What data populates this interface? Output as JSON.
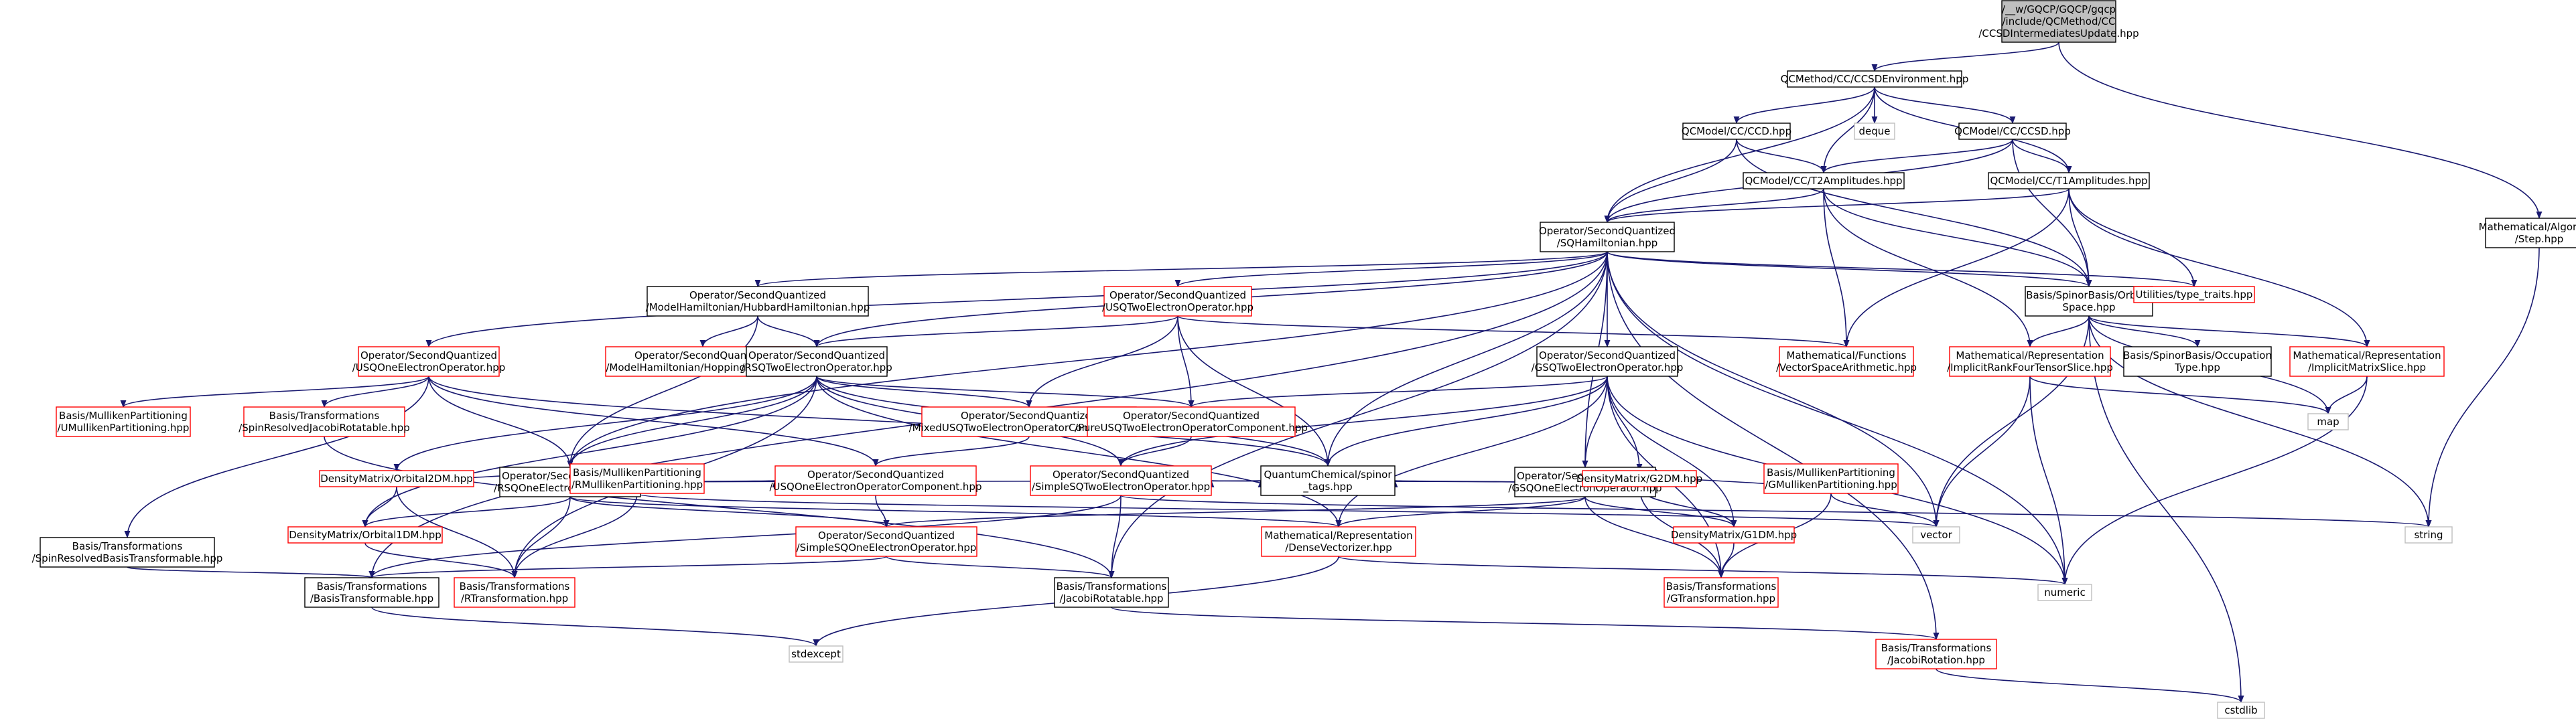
{
  "diagram": {
    "title": "",
    "colors": {
      "edge": "#191970",
      "default_border": "#000000",
      "missing_border": "#ff0000",
      "external_border": "#bfbfbf",
      "root_fill": "#bfbfbf",
      "text": "#000000"
    },
    "nodes": [
      {
        "id": "root",
        "lines": [
          "/__w/GQCP/GQCP/gqcp",
          "/include/QCMethod/CC",
          "/CCSDIntermediatesUpdate.hpp"
        ],
        "kind": "root"
      },
      {
        "id": "ccsdenv",
        "lines": [
          "QCMethod/CC/CCSDEnvironment.hpp"
        ],
        "kind": "normal"
      },
      {
        "id": "step",
        "lines": [
          "Mathematical/Algorithm",
          "/Step.hpp"
        ],
        "kind": "normal"
      },
      {
        "id": "ccd",
        "lines": [
          "QCModel/CC/CCD.hpp"
        ],
        "kind": "normal"
      },
      {
        "id": "deque",
        "lines": [
          "deque"
        ],
        "kind": "external"
      },
      {
        "id": "ccsd",
        "lines": [
          "QCModel/CC/CCSD.hpp"
        ],
        "kind": "normal"
      },
      {
        "id": "t2amp",
        "lines": [
          "QCModel/CC/T2Amplitudes.hpp"
        ],
        "kind": "normal"
      },
      {
        "id": "t1amp",
        "lines": [
          "QCModel/CC/T1Amplitudes.hpp"
        ],
        "kind": "normal"
      },
      {
        "id": "sqham",
        "lines": [
          "Operator/SecondQuantized",
          "/SQHamiltonian.hpp"
        ],
        "kind": "normal"
      },
      {
        "id": "spinorbasis",
        "lines": [
          "Basis/SpinorBasis/Orbital",
          "Space.hpp"
        ],
        "kind": "normal"
      },
      {
        "id": "typetraits",
        "lines": [
          "Utilities/type_traits.hpp"
        ],
        "kind": "missing"
      },
      {
        "id": "usqone",
        "lines": [
          "Operator/SecondQuantized",
          "/USQOneElectronOperator.hpp"
        ],
        "kind": "missing"
      },
      {
        "id": "hubbard",
        "lines": [
          "Operator/SecondQuantized",
          "/ModelHamiltonian/HubbardHamiltonian.hpp"
        ],
        "kind": "normal"
      },
      {
        "id": "usqtwo",
        "lines": [
          "Operator/SecondQuantized",
          "/USQTwoElectronOperator.hpp"
        ],
        "kind": "missing"
      },
      {
        "id": "gsqtwo",
        "lines": [
          "Operator/SecondQuantized",
          "/GSQTwoElectronOperator.hpp"
        ],
        "kind": "normal"
      },
      {
        "id": "vsa",
        "lines": [
          "Mathematical/Functions",
          "/VectorSpaceArithmetic.hpp"
        ],
        "kind": "missing"
      },
      {
        "id": "implrank4",
        "lines": [
          "Mathematical/Representation",
          "/ImplicitRankFourTensorSlice.hpp"
        ],
        "kind": "missing"
      },
      {
        "id": "occtype",
        "lines": [
          "Basis/SpinorBasis/Occupation",
          "Type.hpp"
        ],
        "kind": "normal"
      },
      {
        "id": "implmat",
        "lines": [
          "Mathematical/Representation",
          "/ImplicitMatrixSlice.hpp"
        ],
        "kind": "missing"
      },
      {
        "id": "hopping",
        "lines": [
          "Operator/SecondQuantized",
          "/ModelHamiltonian/HoppingMatrix.hpp"
        ],
        "kind": "missing"
      },
      {
        "id": "rsqtwo",
        "lines": [
          "Operator/SecondQuantized",
          "/RSQTwoElectronOperator.hpp"
        ],
        "kind": "normal"
      },
      {
        "id": "umull",
        "lines": [
          "Basis/MullikenPartitioning",
          "/UMullikenPartitioning.hpp"
        ],
        "kind": "missing"
      },
      {
        "id": "spinjacobi",
        "lines": [
          "Basis/Transformations",
          "/SpinResolvedJacobiRotatable.hpp"
        ],
        "kind": "missing"
      },
      {
        "id": "mixedusq",
        "lines": [
          "Operator/SecondQuantized",
          "/MixedUSQTwoElectronOperatorComponent.hpp"
        ],
        "kind": "missing"
      },
      {
        "id": "pureusq",
        "lines": [
          "Operator/SecondQuantized",
          "/PureUSQTwoElectronOperatorComponent.hpp"
        ],
        "kind": "missing"
      },
      {
        "id": "map",
        "lines": [
          "map"
        ],
        "kind": "external"
      },
      {
        "id": "spinbt",
        "lines": [
          "Basis/Transformations",
          "/SpinResolvedBasisTransformable.hpp"
        ],
        "kind": "normal"
      },
      {
        "id": "rsqone",
        "lines": [
          "Operator/SecondQuantized",
          "/RSQOneElectronOperator.hpp"
        ],
        "kind": "normal"
      },
      {
        "id": "gsqone",
        "lines": [
          "Operator/SecondQuantized",
          "/GSQOneElectronOperator.hpp"
        ],
        "kind": "normal"
      },
      {
        "id": "dm2",
        "lines": [
          "DensityMatrix/Orbital2DM.hpp"
        ],
        "kind": "missing"
      },
      {
        "id": "rmull",
        "lines": [
          "Basis/MullikenPartitioning",
          "/RMullikenPartitioning.hpp"
        ],
        "kind": "missing"
      },
      {
        "id": "usqcomp",
        "lines": [
          "Operator/SecondQuantized",
          "/USQOneElectronOperatorComponent.hpp"
        ],
        "kind": "missing"
      },
      {
        "id": "simpletwo",
        "lines": [
          "Operator/SecondQuantized",
          "/SimpleSQTwoElectronOperator.hpp"
        ],
        "kind": "missing"
      },
      {
        "id": "qctags",
        "lines": [
          "QuantumChemical/spinor",
          "_tags.hpp"
        ],
        "kind": "normal"
      },
      {
        "id": "g2dm",
        "lines": [
          "DensityMatrix/G2DM.hpp"
        ],
        "kind": "missing"
      },
      {
        "id": "gmull",
        "lines": [
          "Basis/MullikenPartitioning",
          "/GMullikenPartitioning.hpp"
        ],
        "kind": "missing"
      },
      {
        "id": "vector",
        "lines": [
          "vector"
        ],
        "kind": "external"
      },
      {
        "id": "string",
        "lines": [
          "string"
        ],
        "kind": "external"
      },
      {
        "id": "dm1",
        "lines": [
          "DensityMatrix/Orbital1DM.hpp"
        ],
        "kind": "missing"
      },
      {
        "id": "simpleone",
        "lines": [
          "Operator/SecondQuantized",
          "/SimpleSQOneElectronOperator.hpp"
        ],
        "kind": "missing"
      },
      {
        "id": "densevec",
        "lines": [
          "Mathematical/Representation",
          "/DenseVectorizer.hpp"
        ],
        "kind": "missing"
      },
      {
        "id": "g1dm",
        "lines": [
          "DensityMatrix/G1DM.hpp"
        ],
        "kind": "missing"
      },
      {
        "id": "basistr",
        "lines": [
          "Basis/Transformations",
          "/BasisTransformable.hpp"
        ],
        "kind": "normal"
      },
      {
        "id": "rtrans",
        "lines": [
          "Basis/Transformations",
          "/RTransformation.hpp"
        ],
        "kind": "missing"
      },
      {
        "id": "jacrot",
        "lines": [
          "Basis/Transformations",
          "/JacobiRotatable.hpp"
        ],
        "kind": "normal"
      },
      {
        "id": "gtrans",
        "lines": [
          "Basis/Transformations",
          "/GTransformation.hpp"
        ],
        "kind": "missing"
      },
      {
        "id": "numeric",
        "lines": [
          "numeric"
        ],
        "kind": "external"
      },
      {
        "id": "stdexcept",
        "lines": [
          "stdexcept"
        ],
        "kind": "external"
      },
      {
        "id": "jacrotation",
        "lines": [
          "Basis/Transformations",
          "/JacobiRotation.hpp"
        ],
        "kind": "missing"
      },
      {
        "id": "cstdlib",
        "lines": [
          "cstdlib"
        ],
        "kind": "external"
      }
    ],
    "edges": [
      [
        "root",
        "ccsdenv"
      ],
      [
        "root",
        "step"
      ],
      [
        "ccsdenv",
        "ccd"
      ],
      [
        "ccsdenv",
        "deque"
      ],
      [
        "ccsdenv",
        "ccsd"
      ],
      [
        "ccsdenv",
        "t2amp"
      ],
      [
        "ccsdenv",
        "t1amp"
      ],
      [
        "ccsdenv",
        "sqham"
      ],
      [
        "ccd",
        "t2amp"
      ],
      [
        "ccd",
        "sqham"
      ],
      [
        "ccd",
        "spinorbasis"
      ],
      [
        "ccsd",
        "t2amp"
      ],
      [
        "ccsd",
        "t1amp"
      ],
      [
        "ccsd",
        "sqham"
      ],
      [
        "ccsd",
        "spinorbasis"
      ],
      [
        "t2amp",
        "sqham"
      ],
      [
        "t2amp",
        "spinorbasis"
      ],
      [
        "t2amp",
        "vsa"
      ],
      [
        "t2amp",
        "implrank4"
      ],
      [
        "t1amp",
        "sqham"
      ],
      [
        "t1amp",
        "spinorbasis"
      ],
      [
        "t1amp",
        "typetraits"
      ],
      [
        "t1amp",
        "vsa"
      ],
      [
        "t1amp",
        "implmat"
      ],
      [
        "step",
        "string"
      ],
      [
        "sqham",
        "spinorbasis"
      ],
      [
        "sqham",
        "typetraits"
      ],
      [
        "sqham",
        "usqone"
      ],
      [
        "sqham",
        "hubbard"
      ],
      [
        "sqham",
        "usqtwo"
      ],
      [
        "sqham",
        "rsqtwo"
      ],
      [
        "sqham",
        "rsqone"
      ],
      [
        "sqham",
        "gsqtwo"
      ],
      [
        "sqham",
        "gsqone"
      ],
      [
        "sqham",
        "qctags"
      ],
      [
        "sqham",
        "basistr"
      ],
      [
        "sqham",
        "jacrot"
      ],
      [
        "sqham",
        "jacrotation"
      ],
      [
        "sqham",
        "vector"
      ],
      [
        "sqham",
        "numeric"
      ],
      [
        "spinorbasis",
        "occtype"
      ],
      [
        "spinorbasis",
        "implrank4"
      ],
      [
        "spinorbasis",
        "implmat"
      ],
      [
        "spinorbasis",
        "map"
      ],
      [
        "spinorbasis",
        "vector"
      ],
      [
        "spinorbasis",
        "string"
      ],
      [
        "spinorbasis",
        "cstdlib"
      ],
      [
        "implrank4",
        "map"
      ],
      [
        "implrank4",
        "vector"
      ],
      [
        "implrank4",
        "numeric"
      ],
      [
        "implmat",
        "map"
      ],
      [
        "implmat",
        "numeric"
      ],
      [
        "usqone",
        "umull"
      ],
      [
        "usqone",
        "spinjacobi"
      ],
      [
        "usqone",
        "spinbt"
      ],
      [
        "usqone",
        "rsqone"
      ],
      [
        "usqone",
        "usqcomp"
      ],
      [
        "usqone",
        "qctags"
      ],
      [
        "hubbard",
        "hopping"
      ],
      [
        "hubbard",
        "rsqtwo"
      ],
      [
        "hubbard",
        "rsqone"
      ],
      [
        "usqtwo",
        "rsqtwo"
      ],
      [
        "usqtwo",
        "mixedusq"
      ],
      [
        "usqtwo",
        "pureusq"
      ],
      [
        "usqtwo",
        "vsa"
      ],
      [
        "usqtwo",
        "qctags"
      ],
      [
        "rsqtwo",
        "rsqone"
      ],
      [
        "rsqtwo",
        "mixedusq"
      ],
      [
        "rsqtwo",
        "pureusq"
      ],
      [
        "rsqtwo",
        "dm2"
      ],
      [
        "rsqtwo",
        "dm1"
      ],
      [
        "rsqtwo",
        "simpletwo"
      ],
      [
        "rsqtwo",
        "qctags"
      ],
      [
        "rsqtwo",
        "rtrans"
      ],
      [
        "rsqtwo",
        "densevec"
      ],
      [
        "gsqtwo",
        "gsqone"
      ],
      [
        "gsqtwo",
        "pureusq"
      ],
      [
        "gsqtwo",
        "g2dm"
      ],
      [
        "gsqtwo",
        "g1dm"
      ],
      [
        "gsqtwo",
        "simpletwo"
      ],
      [
        "gsqtwo",
        "qctags"
      ],
      [
        "gsqtwo",
        "gtrans"
      ],
      [
        "gsqtwo",
        "densevec"
      ],
      [
        "gsqtwo",
        "numeric"
      ],
      [
        "mixedusq",
        "usqcomp"
      ],
      [
        "pureusq",
        "simpletwo"
      ],
      [
        "spinbt",
        "basistr"
      ],
      [
        "spinjacobi",
        "jacrot"
      ],
      [
        "rsqone",
        "dm2"
      ],
      [
        "rsqone",
        "dm1"
      ],
      [
        "rsqone",
        "rmull"
      ],
      [
        "rsqone",
        "usqcomp"
      ],
      [
        "rsqone",
        "simpleone"
      ],
      [
        "rsqone",
        "rtrans"
      ],
      [
        "rsqone",
        "qctags"
      ],
      [
        "rsqone",
        "densevec"
      ],
      [
        "gsqone",
        "g2dm"
      ],
      [
        "gsqone",
        "g1dm"
      ],
      [
        "gsqone",
        "gmull"
      ],
      [
        "gsqone",
        "simpleone"
      ],
      [
        "gsqone",
        "simpletwo"
      ],
      [
        "gsqone",
        "qctags"
      ],
      [
        "gsqone",
        "gtrans"
      ],
      [
        "gsqone",
        "densevec"
      ],
      [
        "dm2",
        "dm1"
      ],
      [
        "dm2",
        "rtrans"
      ],
      [
        "dm1",
        "rtrans"
      ],
      [
        "rmull",
        "rtrans"
      ],
      [
        "rmull",
        "vector"
      ],
      [
        "usqcomp",
        "simpleone"
      ],
      [
        "simpletwo",
        "basistr"
      ],
      [
        "simpletwo",
        "jacrot"
      ],
      [
        "simpletwo",
        "string"
      ],
      [
        "simpleone",
        "basistr"
      ],
      [
        "simpleone",
        "jacrot"
      ],
      [
        "g2dm",
        "g1dm"
      ],
      [
        "g2dm",
        "gtrans"
      ],
      [
        "g1dm",
        "gtrans"
      ],
      [
        "gmull",
        "gtrans"
      ],
      [
        "gmull",
        "vector"
      ],
      [
        "densevec",
        "numeric"
      ],
      [
        "densevec",
        "stdexcept"
      ],
      [
        "basistr",
        "stdexcept"
      ],
      [
        "jacrot",
        "jacrotation"
      ],
      [
        "jacrotation",
        "cstdlib"
      ]
    ]
  }
}
